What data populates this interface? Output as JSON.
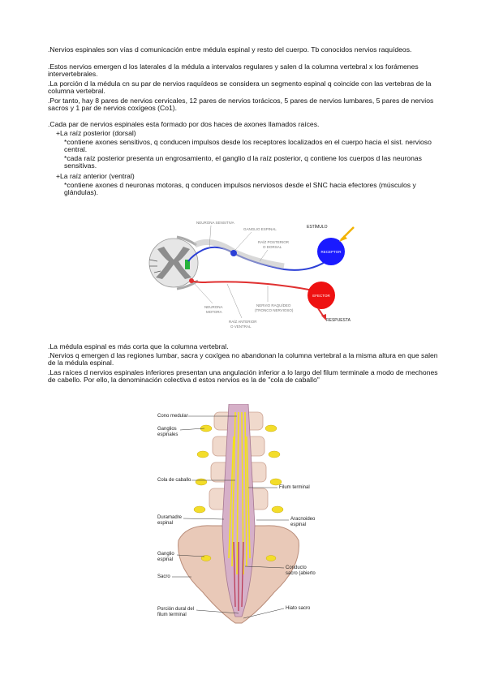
{
  "intro": [
    ".Nervios espinales son vías d comunicación entre médula espinal y resto del cuerpo. Tb conocidos nervios raquídeos.",
    ".Estos nervios emergen d los laterales d la médula a intervalos regulares y salen d la columna vertebral x los forámenes intervertebrales.",
    ".La porción d la médula cn su par de nervios raquídeos se considera un segmento espinal q coincide con las vertebras de la columna vertebral.",
    ".Por tanto, hay 8 pares de nervios cervicales, 12 pares de nervios torácicos, 5 pares de nervios lumbares, 5 pares de nervios sacros y 1 par de nervios coxígeos (Co1)."
  ],
  "roots": {
    "heading": ".Cada par de nervios espinales esta formado por dos haces de axones llamados raíces.",
    "posterior_title": "+La raíz posterior (dorsal)",
    "posterior_items": [
      "*contiene axones sensitivos, q conducen impulsos desde los receptores localizados en el cuerpo hacia el sist. nervioso central.",
      "*cada raíz posterior presenta un engrosamiento, el ganglio d la raíz posterior, q contiene los cuerpos d las neuronas sensitivas."
    ],
    "anterior_title": "+La raíz anterior (ventral)",
    "anterior_items": [
      "*contiene axones d neuronas motoras, q conducen impulsos nerviosos desde el SNC hacia efectores (músculos y glándulas)."
    ]
  },
  "diagram1": {
    "labels": {
      "sensory_neuron": "NEURONA SENSITIVA",
      "spinal_ganglion": "GANGLIO ESPINAL",
      "posterior_root_1": "RAÍZ POSTERIOR",
      "posterior_root_2": "O DORSAL",
      "stimulus": "ESTÍMULO",
      "receptor": "RECEPTOR",
      "effector": "EFECTOR",
      "response": "RESPUESTA",
      "motor_neuron_1": "NEURONA",
      "motor_neuron_2": "MOTORA",
      "anterior_root_1": "RAÍZ ANTERIOR",
      "anterior_root_2": "O VENTRAL",
      "nerve_1": "NERVIO RAQUÍDEO",
      "nerve_2": "(TRONCO NERVIOSO)"
    },
    "colors": {
      "receptor": "#1a1aff",
      "effector": "#ee1111",
      "sensory": "#2b3fd6",
      "motor": "#e03030",
      "stimulus": "#f2b300"
    }
  },
  "cauda": [
    ".La médula espinal es más corta que la columna vertebral.",
    ".Nervios q emergen d las regiones lumbar, sacra y coxígea no abandonan la columna vertebral a la misma altura en que salen de la médula espinal.",
    ".Las raíces d nervios espinales inferiores presentan una angulación inferior a lo largo del filum terminale a modo de mechones de cabello. Por ello, la denominación colectiva d estos nervios es la de \"cola de caballo\""
  ],
  "diagram2": {
    "labels": {
      "medullary_cone": "Cono medular",
      "ganglia_1": "Ganglios",
      "ganglia_2": "espinales",
      "cauda": "Cola de caballo",
      "filum": "Filum terminal",
      "dura_1": "Duramadre",
      "dura_2": "espinal",
      "arachnoid_1": "Aracnoideo",
      "arachnoid_2": "espinal",
      "ganglion_1": "Ganglio",
      "ganglion_2": "espinal",
      "sacral_canal_1": "Conducto",
      "sacral_canal_2": "sacro (abierto",
      "sacrum": "Sacro",
      "dural_1": "Porción dural del",
      "dural_2": "filum terminal",
      "hiatus": "Hiato sacro"
    }
  }
}
